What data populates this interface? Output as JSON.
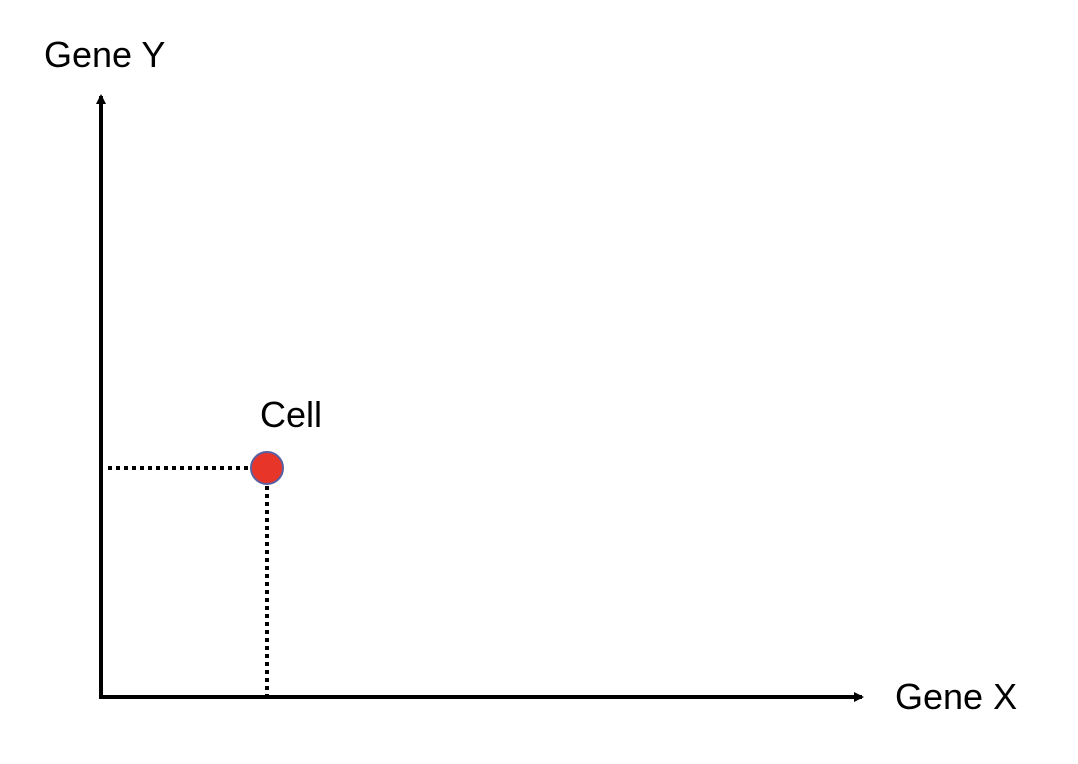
{
  "diagram": {
    "y_axis_label": "Gene Y",
    "x_axis_label": "Gene X",
    "point_label": "Cell",
    "colors": {
      "axis": "#000000",
      "guide": "#000000",
      "point_fill": "#e8352a",
      "point_stroke": "#5a5fa0"
    }
  }
}
